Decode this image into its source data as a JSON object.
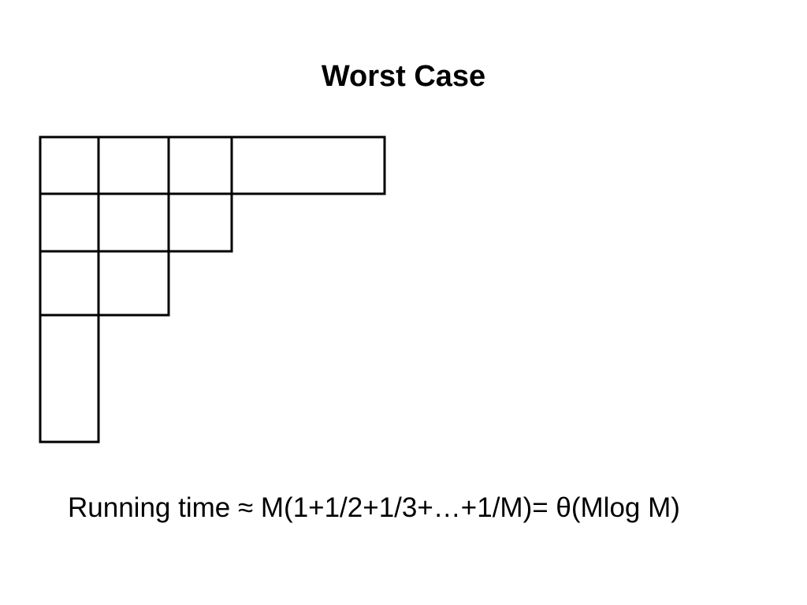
{
  "slide": {
    "title": "Worst Case",
    "formula": "Running time ≈ M(1+1/2+1/3+…+1/M)= θ(Mlog M)"
  },
  "diagram": {
    "description_rows": [
      {
        "cells": 4
      },
      {
        "cells": 3
      },
      {
        "cells": 2
      },
      {
        "cells": 1
      }
    ]
  }
}
